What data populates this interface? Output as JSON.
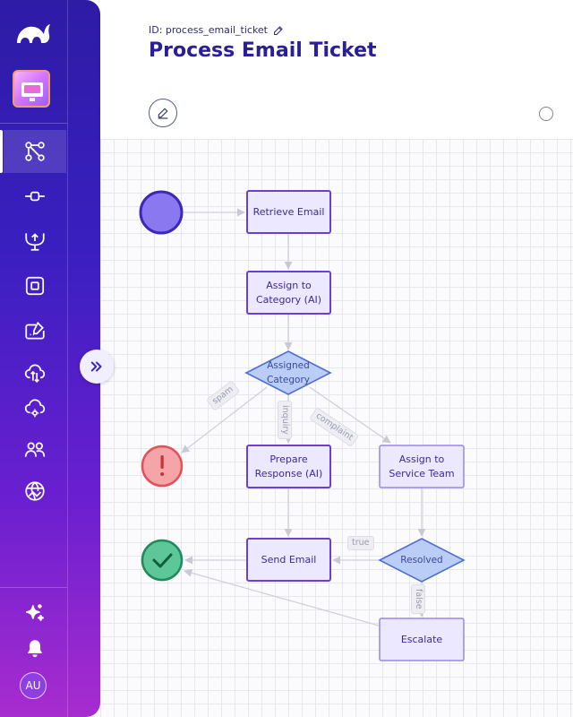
{
  "header": {
    "flow_id": "ID: process_email_ticket",
    "title": "Process Email Ticket"
  },
  "sidebar": {
    "avatar_initials": "AU",
    "nav_items": [
      {
        "icon": "workflow-icon",
        "active": true
      },
      {
        "icon": "commit-node-icon",
        "active": false
      },
      {
        "icon": "tray-upload-icon",
        "active": false
      },
      {
        "icon": "square-stop-icon",
        "active": false
      },
      {
        "icon": "edit-card-icon",
        "active": false
      },
      {
        "icon": "cloud-sync-icon",
        "active": false
      },
      {
        "icon": "cloud-settings-icon",
        "active": false
      },
      {
        "icon": "users-icon",
        "active": false
      },
      {
        "icon": "globe-network-icon",
        "active": false
      }
    ],
    "bottom_items": [
      {
        "icon": "sparkles-icon"
      },
      {
        "icon": "bell-icon"
      }
    ]
  },
  "flow": {
    "nodes": {
      "retrieve_email": "Retrieve Email",
      "assign_category": "Assign to\nCategory (AI)",
      "assigned_category": "Assigned\nCategory",
      "prepare_response": "Prepare\nResponse (AI)",
      "assign_service_team": "Assign to\nService Team",
      "send_email": "Send Email",
      "resolved": "Resolved",
      "escalate": "Escalate"
    },
    "edge_labels": {
      "spam": "spam",
      "inquiry": "inquiry",
      "complaint": "complaint",
      "true": "true",
      "false": "false"
    }
  },
  "colors": {
    "sidebar_top": "#2e1ba6",
    "sidebar_bottom": "#a82ccf",
    "title": "#2a1f9a",
    "task_fill": "#ece8ff",
    "task_border": "#6a3fd4",
    "decision_fill": "#b9cdf6",
    "decision_border": "#4f6fd0",
    "start": "#8a78f0",
    "error": "#f5a5a8",
    "success": "#5ec79a"
  }
}
